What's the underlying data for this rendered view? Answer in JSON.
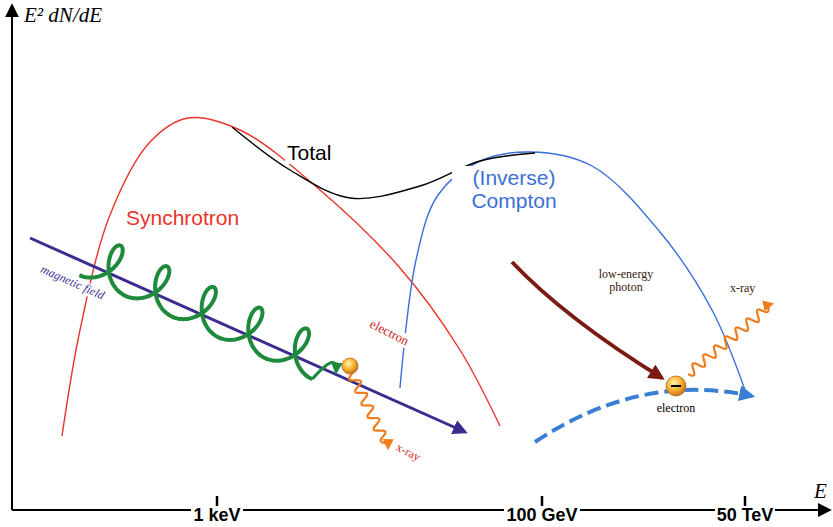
{
  "diagram": {
    "labels": [
      "E² dN/dE",
      "E",
      "1 keV",
      "100 GeV",
      "50 TeV",
      "Total",
      "Synchrotron",
      "(Inverse) Compton",
      "magnetic field",
      "electron",
      "x-ray",
      "low-energy photon",
      "x-ray",
      "electron"
    ]
  }
}
